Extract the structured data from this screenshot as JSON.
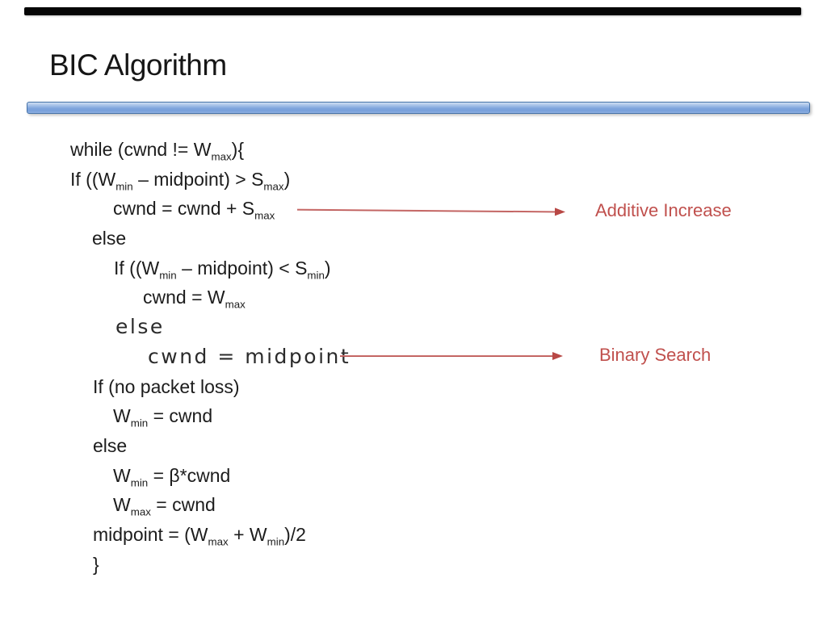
{
  "slide": {
    "title": "BIC Algorithm",
    "colors": {
      "top_bar": "#060606",
      "accent_bar_border": "#4472a8",
      "accent_bar_fill": "#7fa5dd",
      "annotation_red": "#c0504d",
      "text": "#1c1c1c"
    },
    "code_lines": [
      {
        "indent": 0,
        "style": "code",
        "parts": [
          {
            "t": "while (cwnd != W"
          },
          {
            "t": "max",
            "sub": true
          },
          {
            "t": "){"
          }
        ]
      },
      {
        "indent": 0,
        "style": "code",
        "parts": [
          {
            "t": "If ((W"
          },
          {
            "t": "min",
            "sub": true
          },
          {
            "t": " – midpoint) > S"
          },
          {
            "t": "max",
            "sub": true
          },
          {
            "t": ")"
          }
        ]
      },
      {
        "indent": 53,
        "style": "code",
        "parts": [
          {
            "t": "cwnd = cwnd + S"
          },
          {
            "t": "max",
            "sub": true
          }
        ]
      },
      {
        "indent": 27,
        "style": "code",
        "parts": [
          {
            "t": "else"
          }
        ]
      },
      {
        "indent": 54,
        "style": "code",
        "parts": [
          {
            "t": "If ((W"
          },
          {
            "t": "min",
            "sub": true
          },
          {
            "t": " – midpoint) < S"
          },
          {
            "t": "min",
            "sub": true
          },
          {
            "t": ")"
          }
        ]
      },
      {
        "indent": 90,
        "style": "code",
        "parts": [
          {
            "t": "cwnd = W"
          },
          {
            "t": "max",
            "sub": true
          }
        ]
      },
      {
        "indent": 56,
        "style": "gothic",
        "parts": [
          {
            "t": "else"
          }
        ]
      },
      {
        "indent": 96,
        "style": "gothic",
        "parts": [
          {
            "t": "cwnd = midpoint"
          }
        ]
      },
      {
        "indent": 28,
        "style": "code",
        "parts": [
          {
            "t": "If (no packet loss)"
          }
        ]
      },
      {
        "indent": 53,
        "style": "code",
        "parts": [
          {
            "t": "W"
          },
          {
            "t": "min",
            "sub": true
          },
          {
            "t": " = cwnd"
          }
        ]
      },
      {
        "indent": 28,
        "style": "code",
        "parts": [
          {
            "t": "else"
          }
        ]
      },
      {
        "indent": 53,
        "style": "code",
        "parts": [
          {
            "t": "W"
          },
          {
            "t": "min",
            "sub": true
          },
          {
            "t": " = β*cwnd"
          }
        ]
      },
      {
        "indent": 53,
        "style": "code",
        "parts": [
          {
            "t": "W"
          },
          {
            "t": "max",
            "sub": true
          },
          {
            "t": " = cwnd"
          }
        ]
      },
      {
        "indent": 28,
        "style": "code",
        "parts": [
          {
            "t": "midpoint = (W"
          },
          {
            "t": "max",
            "sub": true
          },
          {
            "t": " + W"
          },
          {
            "t": "min",
            "sub": true
          },
          {
            "t": ")/2"
          }
        ]
      },
      {
        "indent": 28,
        "style": "code",
        "parts": [
          {
            "t": "}"
          }
        ]
      }
    ],
    "annotations": [
      {
        "label": "Additive Increase"
      },
      {
        "label": "Binary Search"
      }
    ]
  }
}
